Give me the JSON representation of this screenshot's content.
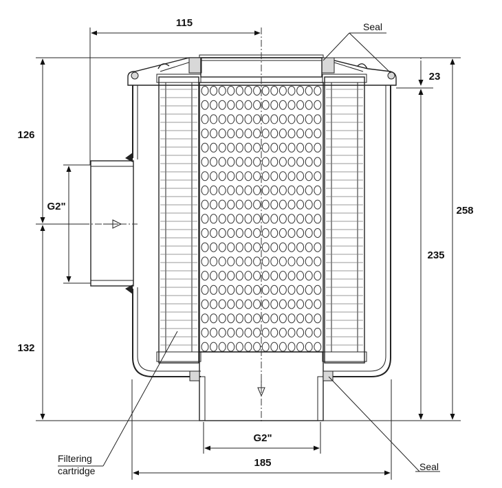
{
  "dimensions": {
    "top_width": "115",
    "overall_height": "258",
    "body_height": "235",
    "lid_height": "23",
    "upper_height": "126",
    "lower_height": "132",
    "inlet_thread": "G2\"",
    "outlet_thread": "G2\"",
    "body_width": "185"
  },
  "labels": {
    "seal_top": "Seal",
    "seal_bottom": "Seal",
    "cartridge_line1": "Filtering",
    "cartridge_line2": "cartridge"
  }
}
